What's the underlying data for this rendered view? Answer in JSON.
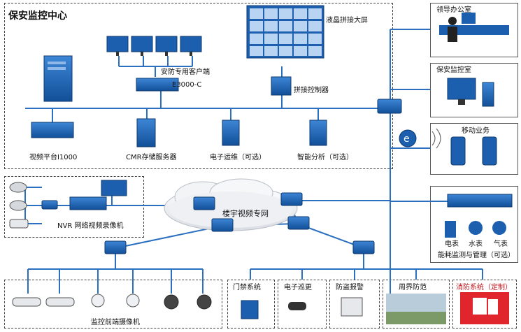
{
  "center": {
    "title": "保安监控中心",
    "video_wall": "液晶拼接大屏",
    "client": "安防专用客户端",
    "client_model": "E3000-C",
    "splice_controller": "拼接控制器",
    "video_platform": "视频平台I1000",
    "cmr": "CMR存储服务器",
    "ops": "电子运维（可选）",
    "analytics": "智能分析（可选）"
  },
  "right": {
    "leader_office": "领导办公室",
    "security_room": "保安监控室",
    "mobile": "移动业务",
    "energy": "能耗监测与管理（可选）",
    "meters": [
      "电表",
      "水表",
      "气表"
    ]
  },
  "network": {
    "label": "楼宇视频专网"
  },
  "nvr": {
    "label": "NVR 网络视频录像机"
  },
  "front": {
    "label": "监控前端摄像机"
  },
  "subsystems": [
    "门禁系统",
    "电子巡更",
    "防盗报警",
    "周界防范",
    "消防系统（定制）"
  ],
  "colors": {
    "device": "#1b5fae",
    "device_dark": "#10407a",
    "line": "#2a6fc0",
    "fire": "#e0262c"
  }
}
